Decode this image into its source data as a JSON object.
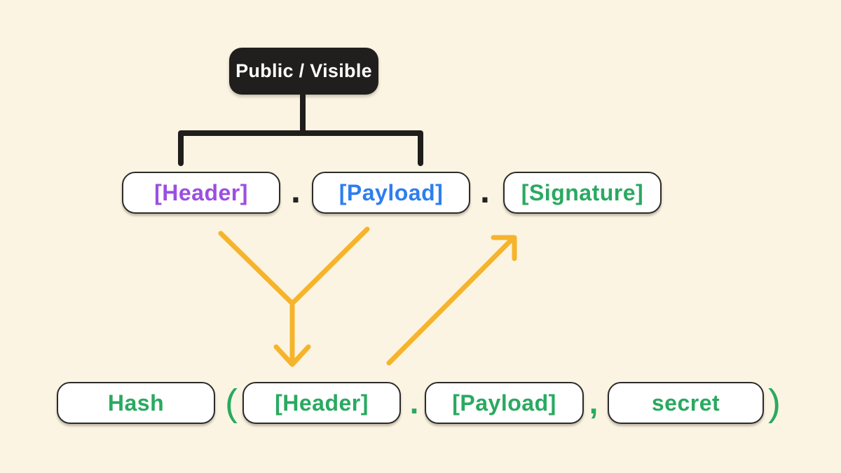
{
  "background": "#FCF4E2",
  "badge": {
    "label": "Public / Visible",
    "bg": "#201F1D",
    "text_color": "#FFFFFF"
  },
  "colors": {
    "line_black": "#1F1E1C",
    "arrow_yellow": "#F6B42C",
    "box_border": "#2B2B2B",
    "box_bg": "#FFFFFF",
    "header_purple": "#9B4FE0",
    "payload_blue": "#2E7EEF",
    "signature_green": "#2AA961"
  },
  "token_row": {
    "header": {
      "label": "[Header]",
      "color": "#9B4FE0"
    },
    "dot1": ".",
    "payload": {
      "label": "[Payload]",
      "color": "#2E7EEF"
    },
    "dot2": ".",
    "signature": {
      "label": "[Signature]",
      "color": "#2AA961"
    }
  },
  "formula_row": {
    "color": "#2AA961",
    "hash": "Hash",
    "open_paren": "(",
    "header": "[Header]",
    "dot": ".",
    "payload": "[Payload]",
    "comma": ",",
    "secret": "secret",
    "close_paren": ")"
  }
}
